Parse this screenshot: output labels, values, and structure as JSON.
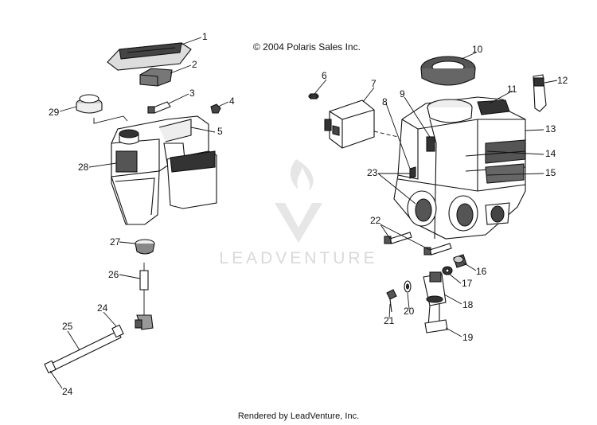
{
  "copyright": "© 2004 Polaris Sales Inc.",
  "footer": "Rendered by LeadVenture, Inc.",
  "watermark": "LEADVENTURE",
  "callouts": [
    {
      "id": "c1",
      "label": "1"
    },
    {
      "id": "c2",
      "label": "2"
    },
    {
      "id": "c3",
      "label": "3"
    },
    {
      "id": "c4",
      "label": "4"
    },
    {
      "id": "c5",
      "label": "5"
    },
    {
      "id": "c6",
      "label": "6"
    },
    {
      "id": "c7",
      "label": "7"
    },
    {
      "id": "c8",
      "label": "8"
    },
    {
      "id": "c9",
      "label": "9"
    },
    {
      "id": "c10",
      "label": "10"
    },
    {
      "id": "c11",
      "label": "11"
    },
    {
      "id": "c12",
      "label": "12"
    },
    {
      "id": "c13",
      "label": "13"
    },
    {
      "id": "c14",
      "label": "14"
    },
    {
      "id": "c15",
      "label": "15"
    },
    {
      "id": "c16",
      "label": "16"
    },
    {
      "id": "c17",
      "label": "17"
    },
    {
      "id": "c18",
      "label": "18"
    },
    {
      "id": "c19",
      "label": "19"
    },
    {
      "id": "c20",
      "label": "20"
    },
    {
      "id": "c21",
      "label": "21"
    },
    {
      "id": "c22",
      "label": "22"
    },
    {
      "id": "c23",
      "label": "23"
    },
    {
      "id": "c24a",
      "label": "24"
    },
    {
      "id": "c24b",
      "label": "24"
    },
    {
      "id": "c25",
      "label": "25"
    },
    {
      "id": "c26",
      "label": "26"
    },
    {
      "id": "c27",
      "label": "27"
    },
    {
      "id": "c28",
      "label": "28"
    },
    {
      "id": "c29",
      "label": "29"
    }
  ],
  "colors": {
    "ink": "#111111",
    "watermark": "#d9d9d9",
    "shade": "#2a2a2a"
  }
}
